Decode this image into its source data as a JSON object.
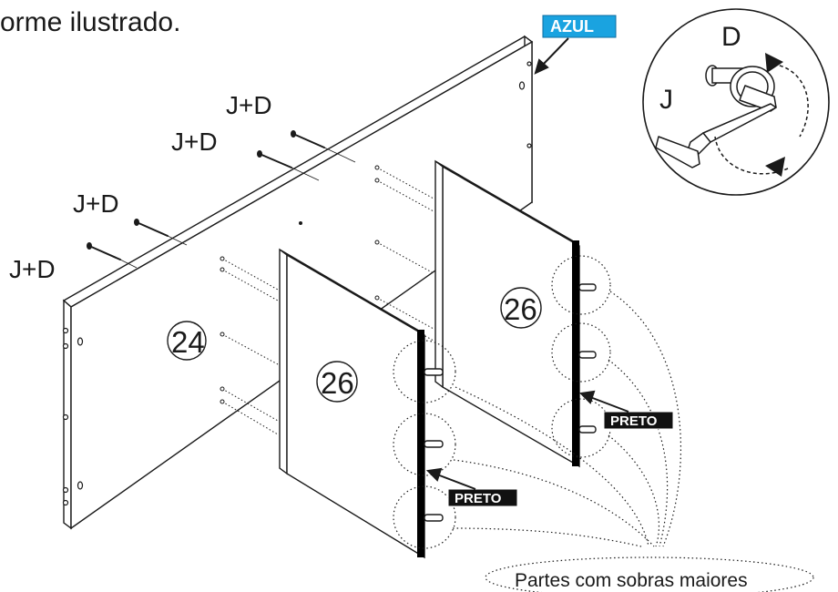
{
  "caption_top": "orme ilustrado.",
  "labels": {
    "azul": "AZUL",
    "preto_1": "PRETO",
    "preto_2": "PRETO",
    "partes": "Partes com sobras maiores",
    "jd_1": "J+D",
    "jd_2": "J+D",
    "jd_3": "J+D",
    "jd_4": "J+D",
    "part_24": "24",
    "part_26_front": "26",
    "part_26_back": "26",
    "inset_j": "J",
    "inset_d": "D"
  },
  "colors": {
    "azul_badge": "#1aa3e0",
    "preto_badge": "#111111",
    "line": "#1a1a1a",
    "edge_black": "#000000"
  }
}
